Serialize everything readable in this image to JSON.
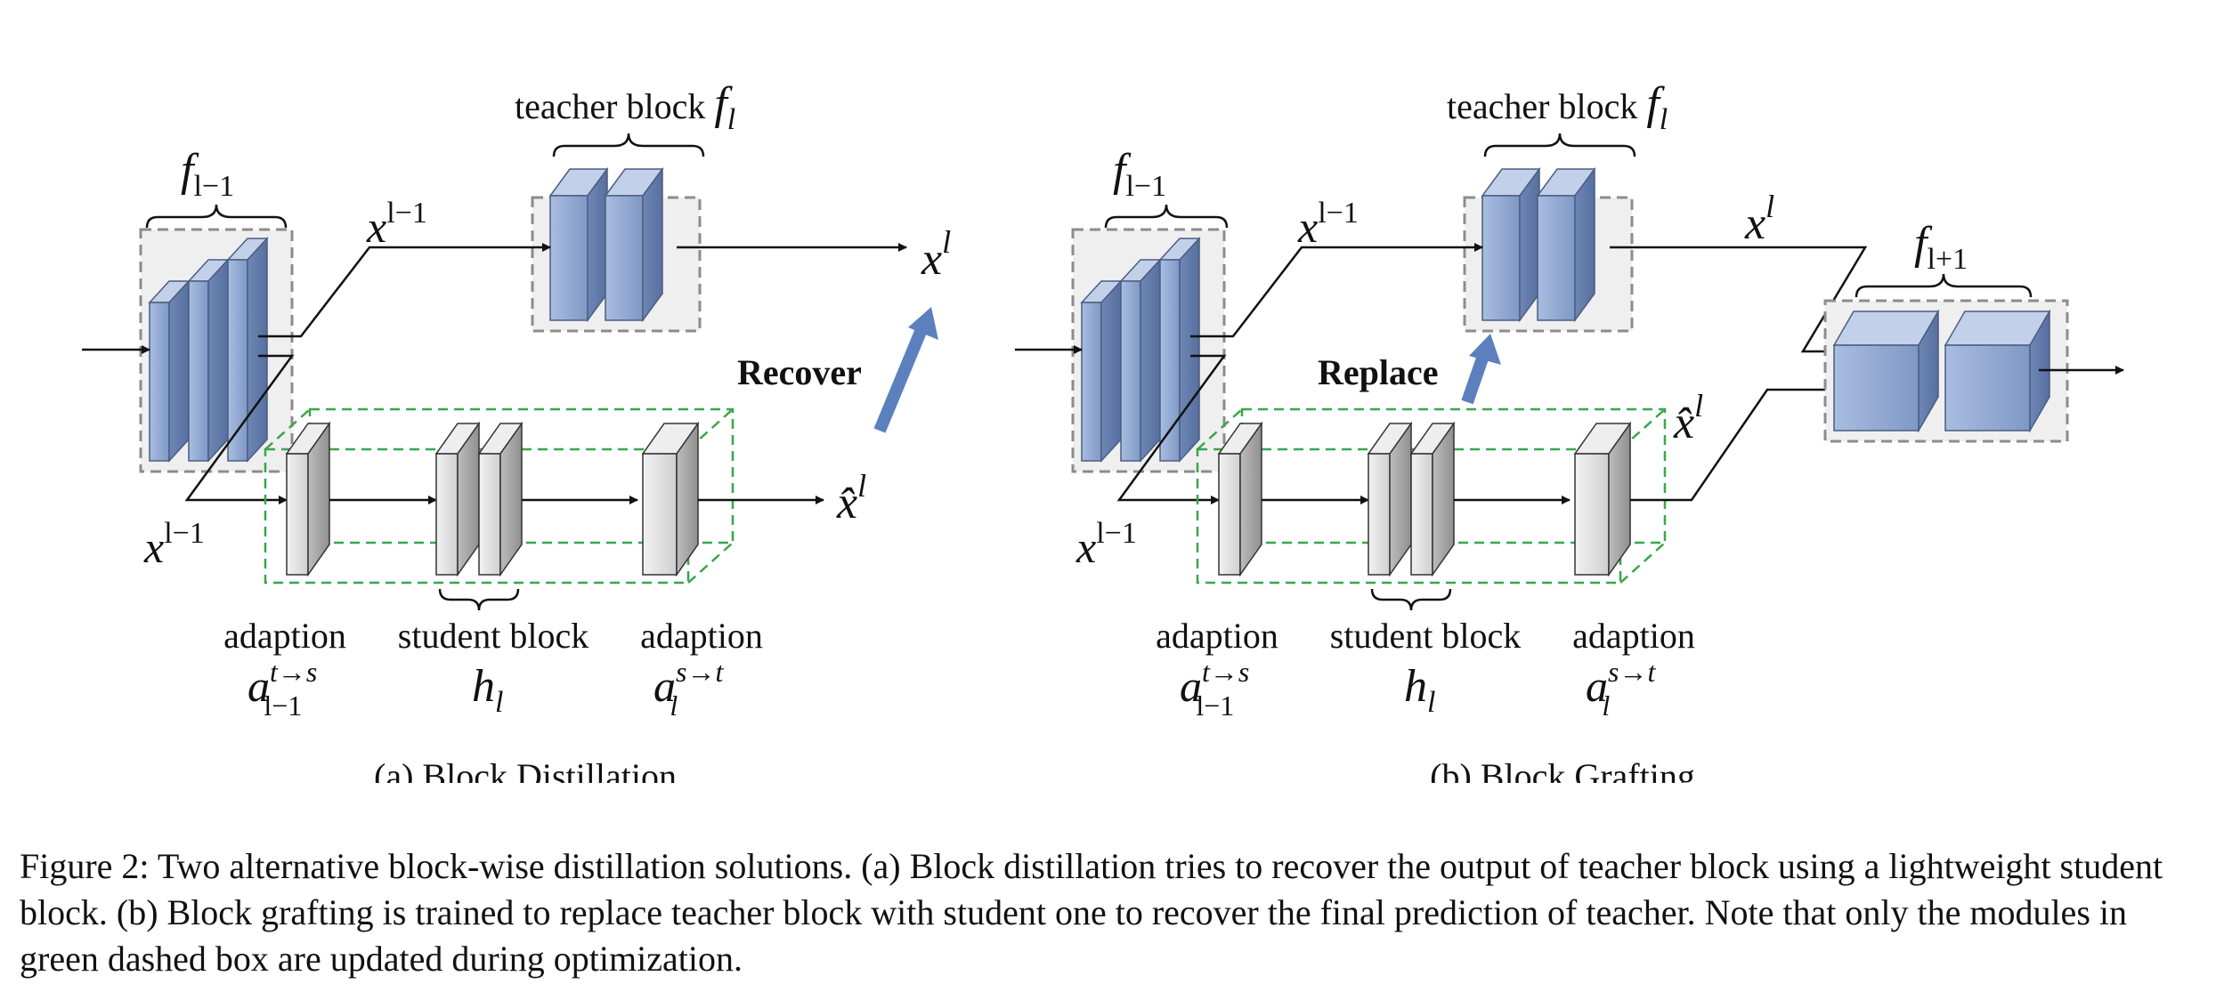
{
  "panels": [
    {
      "caption": "(a) Block Distillation",
      "f_prev": "f",
      "f_prev_sub": "l−1",
      "teacher_label": "teacher block ",
      "teacher_f": "f",
      "teacher_sub": "l",
      "x_top": "x",
      "x_top_sup": "l−1",
      "x_bottom": "x",
      "x_bottom_sup": "l−1",
      "output_top": "x",
      "output_top_sup": "l",
      "output_bottom": "x̂",
      "output_bottom_sup": "l",
      "action": "Recover",
      "adapt_in_label": "adaption",
      "adapt_in_sym": "a",
      "adapt_in_sup": "t→s",
      "adapt_in_sub": "l−1",
      "student_label": "student block",
      "student_sym": "h",
      "student_sub": "l",
      "adapt_out_label": "adaption",
      "adapt_out_sym": "a",
      "adapt_out_sup": "s→t",
      "adapt_out_sub": "l"
    },
    {
      "caption": "(b) Block Grafting",
      "f_prev": "f",
      "f_prev_sub": "l−1",
      "teacher_label": "teacher block ",
      "teacher_f": "f",
      "teacher_sub": "l",
      "x_top": "x",
      "x_top_sup": "l−1",
      "x_bottom": "x",
      "x_bottom_sup": "l−1",
      "x_mid": "x",
      "x_mid_sup": "l",
      "output_bottom": "x̂",
      "output_bottom_sup": "l",
      "f_next": "f",
      "f_next_sub": "l+1",
      "action": "Replace",
      "adapt_in_label": "adaption",
      "adapt_in_sym": "a",
      "adapt_in_sup": "t→s",
      "adapt_in_sub": "l−1",
      "student_label": "student block",
      "student_sym": "h",
      "student_sub": "l",
      "adapt_out_label": "adaption",
      "adapt_out_sym": "a",
      "adapt_out_sup": "s→t",
      "adapt_out_sub": "l"
    }
  ],
  "caption": "Figure 2: Two alternative block-wise distillation solutions. (a) Block distillation tries to recover the output of teacher block using a lightweight student block. (b) Block grafting is trained to replace teacher block with student one to recover the final prediction of teacher. Note that only the modules in green dashed box are updated during optimization.",
  "colors": {
    "teacher_block": "#8ea6cf",
    "student_block": "#d8d8d8",
    "green_box": "#3aa64a",
    "gray_box": "#8c8c8c",
    "arrow": "#5b80bd"
  }
}
